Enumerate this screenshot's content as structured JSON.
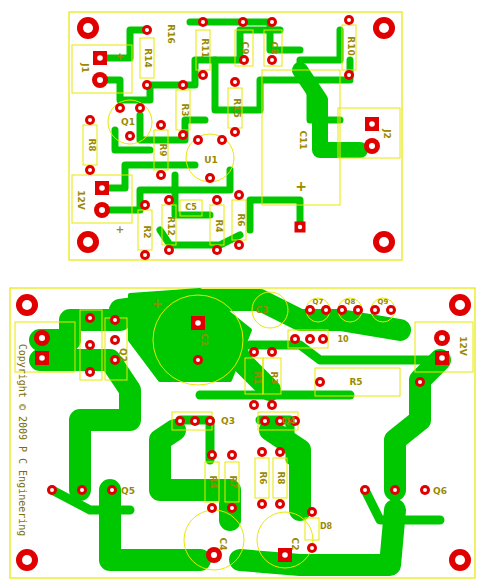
{
  "diagram": {
    "labels": [
      "J1",
      "+",
      "R14",
      "R16",
      "R11",
      "C9",
      "C8",
      "R10",
      "Q1",
      "R3",
      "R15",
      "U1",
      "C11",
      "+",
      "J2",
      "R8",
      "12V",
      "+",
      "R9",
      "R2",
      "R12",
      "R4",
      "R6",
      "C5",
      "+",
      "Q2",
      "C3",
      "C1",
      "R1",
      "R3",
      "R5",
      "Q7",
      "Q8",
      "Q9",
      "10",
      "12V",
      "Q3",
      "Q4",
      "Q5",
      "Q6",
      "R4",
      "R7",
      "R6",
      "R8",
      "C4",
      "C2",
      "D8",
      "Copyright © 2009 P C Engineering"
    ]
  }
}
